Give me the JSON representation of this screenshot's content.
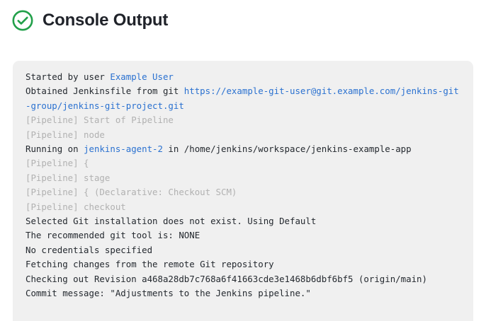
{
  "header": {
    "title": "Console Output",
    "status_icon": "check-circle-icon",
    "status_color": "#22a04a"
  },
  "colors": {
    "panel_background": "#f0f0f0",
    "page_background": "#ffffff",
    "text": "#24292f",
    "muted_text": "#b1b1b1",
    "link": "#2a71d0",
    "success": "#22a04a"
  },
  "console": {
    "lines": [
      {
        "style": "normal",
        "segments": [
          {
            "text": "Started by user ",
            "type": "text"
          },
          {
            "text": "Example User",
            "type": "link"
          }
        ]
      },
      {
        "style": "normal",
        "segments": [
          {
            "text": "Obtained Jenkinsfile from git ",
            "type": "text"
          },
          {
            "text": "https://example-git-user@git.example.com/jenkins-git-group/jenkins-git-project.git",
            "type": "link"
          }
        ]
      },
      {
        "style": "muted",
        "segments": [
          {
            "text": "[Pipeline] Start of Pipeline",
            "type": "text"
          }
        ]
      },
      {
        "style": "muted",
        "segments": [
          {
            "text": "[Pipeline] node",
            "type": "text"
          }
        ]
      },
      {
        "style": "normal",
        "segments": [
          {
            "text": "Running on ",
            "type": "text"
          },
          {
            "text": "jenkins-agent-2",
            "type": "link"
          },
          {
            "text": " in /home/jenkins/workspace/jenkins-example-app",
            "type": "text"
          }
        ]
      },
      {
        "style": "muted",
        "segments": [
          {
            "text": "[Pipeline] {",
            "type": "text"
          }
        ]
      },
      {
        "style": "muted",
        "segments": [
          {
            "text": "[Pipeline] stage",
            "type": "text"
          }
        ]
      },
      {
        "style": "muted",
        "segments": [
          {
            "text": "[Pipeline] { (Declarative: Checkout SCM)",
            "type": "text"
          }
        ]
      },
      {
        "style": "muted",
        "segments": [
          {
            "text": "[Pipeline] checkout",
            "type": "text"
          }
        ]
      },
      {
        "style": "normal",
        "segments": [
          {
            "text": "Selected Git installation does not exist. Using Default",
            "type": "text"
          }
        ]
      },
      {
        "style": "normal",
        "segments": [
          {
            "text": "The recommended git tool is: NONE",
            "type": "text"
          }
        ]
      },
      {
        "style": "normal",
        "segments": [
          {
            "text": "No credentials specified",
            "type": "text"
          }
        ]
      },
      {
        "style": "normal",
        "segments": [
          {
            "text": "Fetching changes from the remote Git repository",
            "type": "text"
          }
        ]
      },
      {
        "style": "normal",
        "segments": [
          {
            "text": "Checking out Revision a468a28db7c768a6f41663cde3e1468b6dbf6bf5 (origin/main)",
            "type": "text"
          }
        ]
      },
      {
        "style": "normal",
        "segments": [
          {
            "text": "Commit message: \"Adjustments to the Jenkins pipeline.\"",
            "type": "text"
          }
        ]
      }
    ]
  }
}
